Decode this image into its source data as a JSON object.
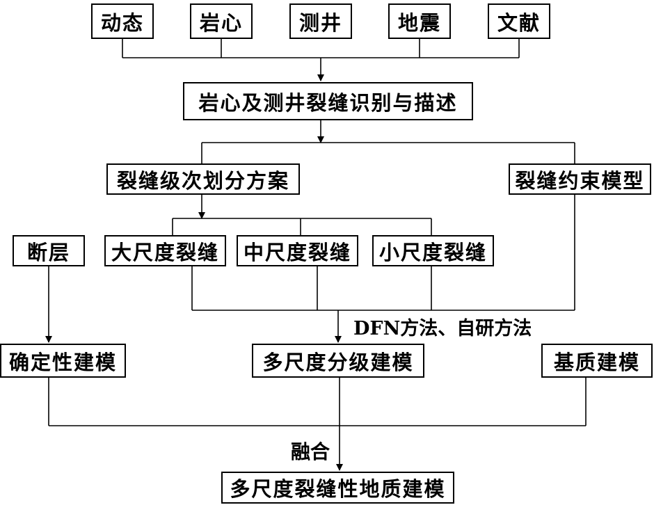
{
  "diagram": {
    "sources": [
      "动态",
      "岩心",
      "测井",
      "地震",
      "文献"
    ],
    "identify": "岩心及测井裂缝识别与描述",
    "scheme": "裂缝级次划分方案",
    "constraint_model": "裂缝约束模型",
    "fault": "断层",
    "scales": [
      "大尺度裂缝",
      "中尺度裂缝",
      "小尺度裂缝"
    ],
    "method_label": "DFN方法、自研方法",
    "deterministic": "确定性建模",
    "multiscale": "多尺度分级建模",
    "matrix": "基质建模",
    "fusion_label": "融合",
    "final": "多尺度裂缝性地质建模"
  }
}
